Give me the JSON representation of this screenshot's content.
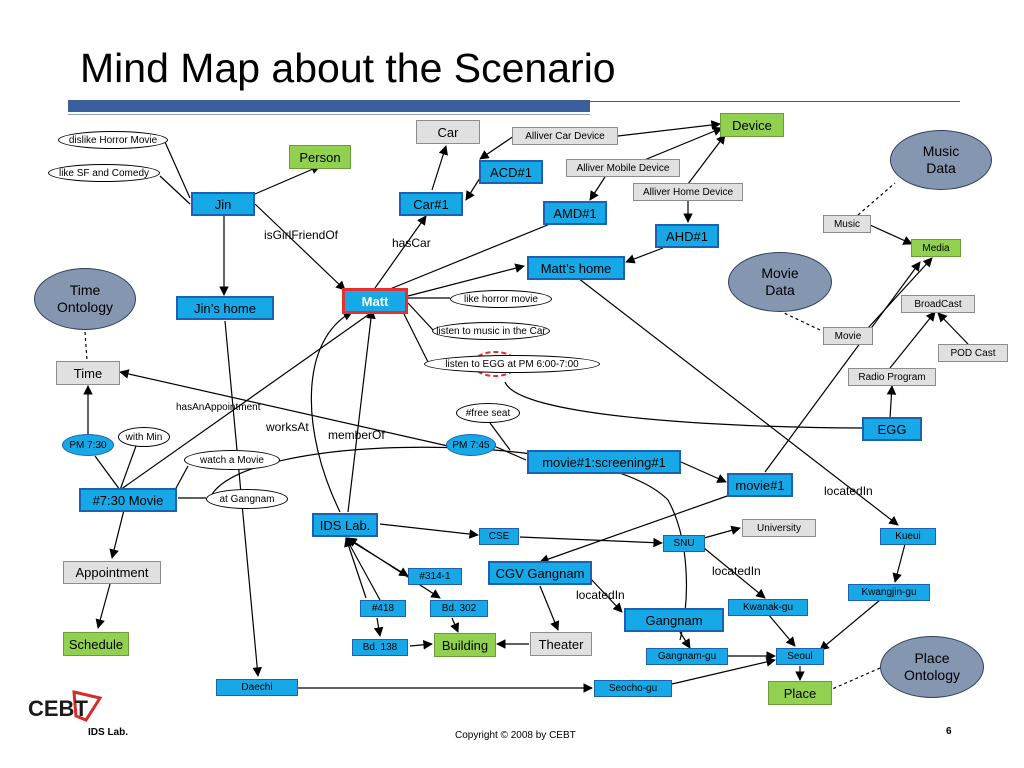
{
  "title": "Mind Map about the Scenario",
  "nodes": {
    "car": "Car",
    "person": "Person",
    "device": "Device",
    "alliver_car_device": "Alliver Car Device",
    "alliver_mobile_device": "Alliver Mobile Device",
    "alliver_home_device": "Alliver Home Device",
    "acd1": "ACD#1",
    "car1": "Car#1",
    "amd1": "AMD#1",
    "ahd1": "AHD#1",
    "jin": "Jin",
    "jins_home": "Jin’s home",
    "matt": "Matt",
    "matts_home": "Matt’s home",
    "music_data": "Music\nData",
    "movie_data": "Movie\nData",
    "time_ontology": "Time\nOntology",
    "place_ontology": "Place\nOntology",
    "music": "Music",
    "media": "Media",
    "broadcast": "BroadCast",
    "movie": "Movie",
    "pod_cast": "POD Cast",
    "radio_program": "Radio Program",
    "egg": "EGG",
    "time": "Time",
    "pm730": "PM 7:30",
    "pm745": "PM 7:45",
    "with_min": "with Min",
    "watch_movie": "watch a Movie",
    "at_gangnam": "at Gangnam",
    "movie730": "#7:30 Movie",
    "appointment": "Appointment",
    "schedule": "Schedule",
    "free_seat": "#free seat",
    "screening": "movie#1:screening#1",
    "movie1": "movie#1",
    "ids_lab": "IDS Lab.",
    "cse": "CSE",
    "snu": "SNU",
    "university": "University",
    "kueui": "Kueui",
    "kwangjin": "Kwangjin-gu",
    "kwanak": "Kwanak-gu",
    "seoul": "Seoul",
    "place": "Place",
    "room314": "#314-1",
    "room418": "#418",
    "bd302": "Bd. 302",
    "bd138": "Bd. 138",
    "building": "Building",
    "theater": "Theater",
    "cgv": "CGV Gangnam",
    "gangnam": "Gangnam",
    "gangnam_gu": "Gangnam-gu",
    "daechi": "Daechi",
    "seocho": "Seocho-gu",
    "dislike_horror": "dislike Horror Movie",
    "like_sf": "like SF and Comedy",
    "like_horror": "like horror movie",
    "listen_car": "listen to music in the Car",
    "listen_egg": "listen to EGG at PM 6:00-7:00"
  },
  "edge_labels": {
    "is_girlfriend_of": "isGirlFriendOf",
    "has_car": "hasCar",
    "has_an_appointment": "hasAnAppointment",
    "works_at": "worksAt",
    "member_of": "memberOf",
    "located_in_1": "locatedIn",
    "located_in_2": "locatedIn",
    "located_in_3": "locatedIn"
  },
  "footer": {
    "logo_text": "CEBT",
    "lab": "IDS Lab.",
    "copyright": "Copyright © 2008 by CEBT",
    "page_number": "6"
  },
  "colors": {
    "instance_blue": "#17a8e8",
    "class_green": "#92d050",
    "concept_gray": "#e0e0e0",
    "ontology_slate": "#8496b0",
    "highlight_red": "#e53030",
    "title_bar": "#3a5f9c"
  }
}
